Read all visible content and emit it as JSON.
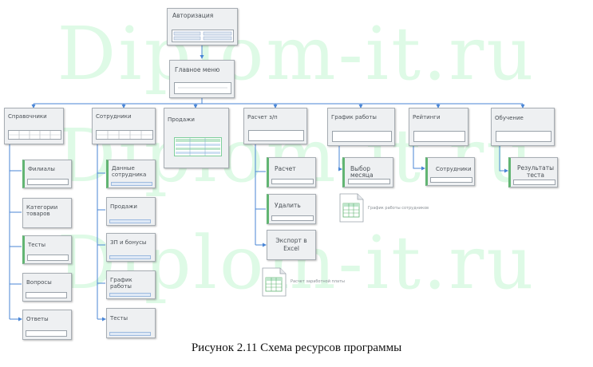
{
  "watermark": "Diplom-it.ru",
  "caption": "Рисунок 2.11 Схема ресурсов программы",
  "colors": {
    "node_fill": "#eef0f2",
    "node_border": "#a7adb3",
    "line": "#4a86d6",
    "accent_green": "#62b573",
    "grid_green": "#7fcf9c",
    "grid_blue": "#9cbadf"
  },
  "nodes": {
    "auth": "Авторизация",
    "main": "Главное меню",
    "reference": "Справочники",
    "employees": "Сотрудники",
    "sales": "Продажи",
    "payroll": "Расчет з/п",
    "schedule": "График работы",
    "rating": "Рейтинги",
    "training": "Обучение",
    "ref_children": [
      "Филиалы",
      "Категории товаров",
      "Тесты",
      "Вопросы",
      "Ответы"
    ],
    "emp_children": [
      "Данные сотрудника",
      "Продажи",
      "ЗП и бонусы",
      "График работы",
      "Тесты"
    ],
    "pay_children": [
      "Расчет",
      "Удалить",
      "Экспорт в Excel"
    ],
    "schedule_child": "Выбор месяца",
    "rating_child": "Сотрудники",
    "training_child": "Результаты теста"
  },
  "documents": {
    "schedule_doc": "График работы сотрудников",
    "payroll_doc": "Расчет заработной платы"
  }
}
